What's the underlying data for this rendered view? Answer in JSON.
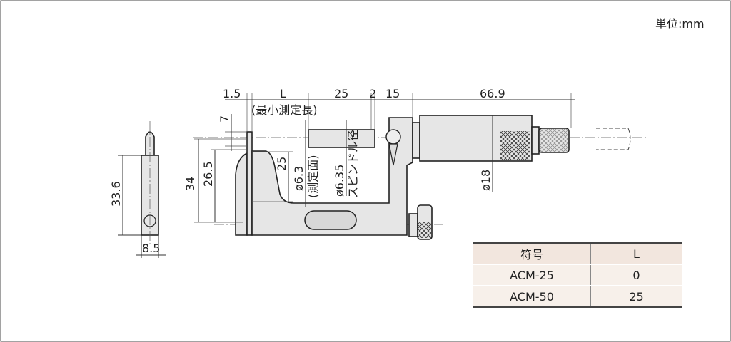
{
  "unit_label": "単位:mm",
  "dimensions": {
    "d1_5": "1.5",
    "L": "L",
    "min_length_note": "(最小測定長)",
    "d25_top": "25",
    "d2": "2",
    "d15": "15",
    "d66_9": "66.9",
    "d7": "7",
    "d34": "34",
    "d26_5": "26.5",
    "d25_v": "25",
    "d6_3": "ø6.3",
    "face_note": "(測定面)",
    "d6_35": "ø6.35",
    "spindle_note": "スピンドル径",
    "d18": "ø18",
    "d33_6": "33.6",
    "d8_5": "8.5"
  },
  "table": {
    "headers": [
      "符号",
      "L"
    ],
    "rows": [
      [
        "ACM-25",
        "0"
      ],
      [
        "ACM-50",
        "25"
      ]
    ]
  }
}
